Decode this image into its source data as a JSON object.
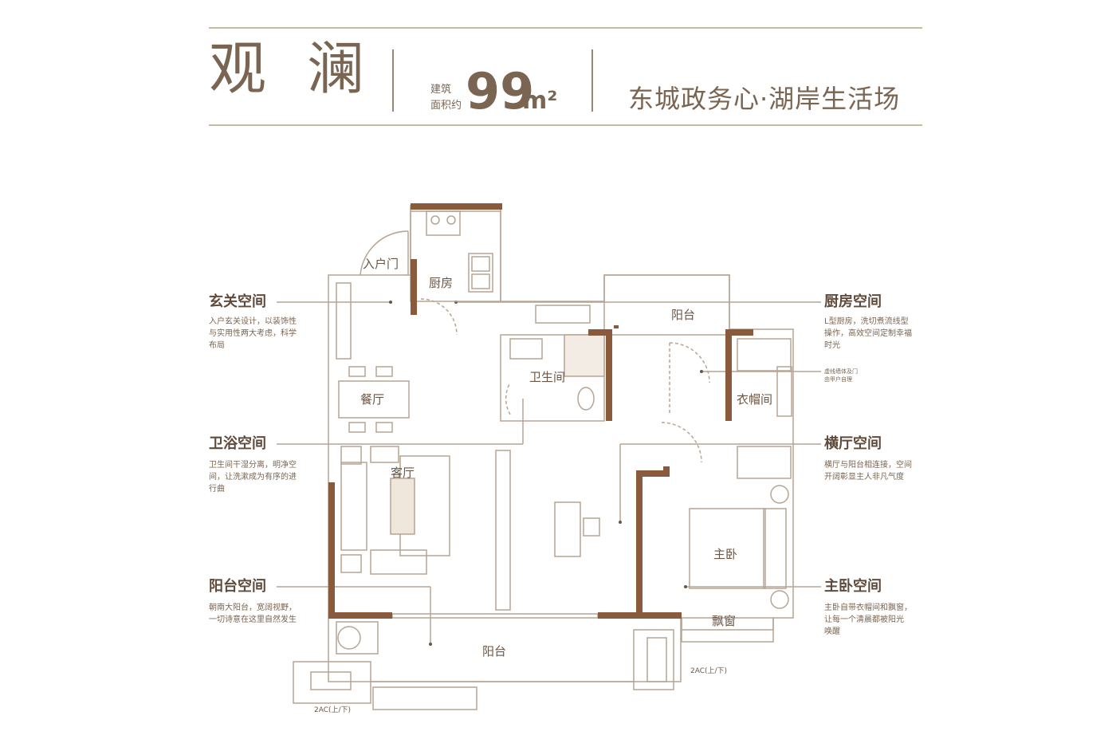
{
  "header": {
    "title": "观 澜",
    "area_label_1": "建筑",
    "area_label_2": "面积约",
    "area_value": "99",
    "area_unit": "m²",
    "slogan": "东城政务心·湖岸生活场"
  },
  "annotations": [
    {
      "title": "玄关空间",
      "desc": [
        "入户玄关设计，以装饰性",
        "与实用性两大考虑，科学",
        "布局"
      ]
    },
    {
      "title": "卫浴空间",
      "desc": [
        "卫生间干湿分离，明净空",
        "间，让洗漱成为有序的进",
        "行曲"
      ]
    },
    {
      "title": "阳台空间",
      "desc": [
        "朝南大阳台，宽阔视野，",
        "一切诗意在这里自然发生"
      ]
    },
    {
      "title": "厨房空间",
      "desc": [
        "L型厨房，洗切煮流线型",
        "操作，高效空间定制幸福",
        "时光"
      ]
    },
    {
      "title": "横厅空间",
      "desc": [
        "横厅与阳台相连接，空间",
        "开阔彰显主人非凡气度"
      ]
    },
    {
      "title": "主卧空间",
      "desc": [
        "主卧自带衣帽间和飘窗，",
        "让每一个清晨都被阳光",
        "唤醒"
      ]
    }
  ],
  "note_small": [
    "虚线墙体及门",
    "由甲户自理"
  ],
  "rooms": {
    "entry_door": "入户门",
    "kitchen": "厨房",
    "balcony_top": "阳台",
    "bathroom": "卫生间",
    "dining": "餐厅",
    "closet": "衣帽间",
    "living": "客厅",
    "master": "主卧",
    "bay_window": "飘窗",
    "balcony_bottom": "阳台"
  },
  "ac_labels": [
    "2AC(上/下)",
    "2AC(上/下)"
  ],
  "colors": {
    "wall": "#8a5a3c",
    "line": "#b7a493",
    "text": "#6b5645",
    "rule": "#c9b8a6"
  }
}
